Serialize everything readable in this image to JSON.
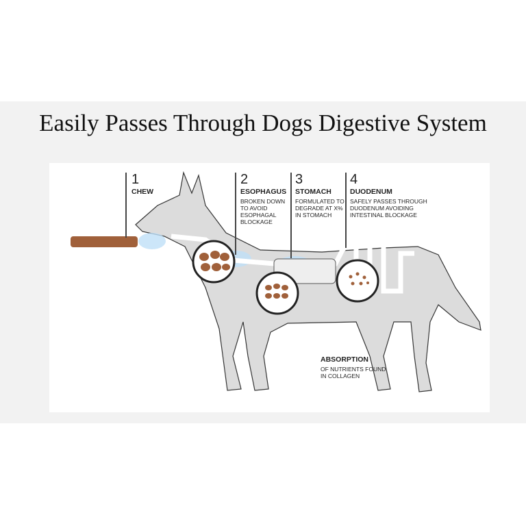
{
  "title": "Easily Passes Through Dogs Digestive System",
  "steps": [
    {
      "number": "1",
      "heading": "CHEW",
      "description": ""
    },
    {
      "number": "2",
      "heading": "ESOPHAGUS",
      "description": "BROKEN DOWN TO AVOID ESOPHAGAL BLOCKAGE"
    },
    {
      "number": "3",
      "heading": "STOMACH",
      "description": "FORMULATED TO DEGRADE AT X% IN STOMACH"
    },
    {
      "number": "4",
      "heading": "DUODENUM",
      "description": "SAFELY PASSES THROUGH DUODENUM AVOIDING INTESTINAL BLOCKAGE"
    }
  ],
  "absorption": {
    "heading": "ABSORPTION",
    "description": "OF NUTRIENTS FOUND IN COLLAGEN"
  },
  "colors": {
    "dog": "#d9d9d9",
    "chew": "#a0603a",
    "glow": "#bfe0f7"
  }
}
